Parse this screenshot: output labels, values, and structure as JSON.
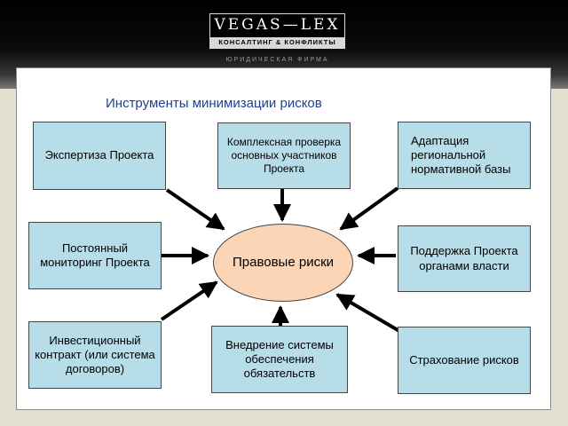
{
  "logo": {
    "name": "VEGAS—LEX",
    "tagline": "КОНСАЛТИНГ & КОНФЛИКТЫ",
    "subtitle": "ЮРИДИЧЕСКАЯ ФИРМА"
  },
  "diagram": {
    "title": "Инструменты минимизации рисков",
    "center": "Правовые риски",
    "nodes": {
      "expertise": "Экспертиза Проекта",
      "complex_check": "Комплексная проверка основных участников Проекта",
      "adaptation": "Адаптация региональной нормативной базы",
      "monitoring": "Постоянный мониторинг Проекта",
      "support": "Поддержка Проекта органами власти",
      "investment": "Инвестиционный контракт (или система договоров)",
      "implementation": "Внедрение системы обеспечения обязательств",
      "insurance": "Страхование рисков"
    }
  }
}
